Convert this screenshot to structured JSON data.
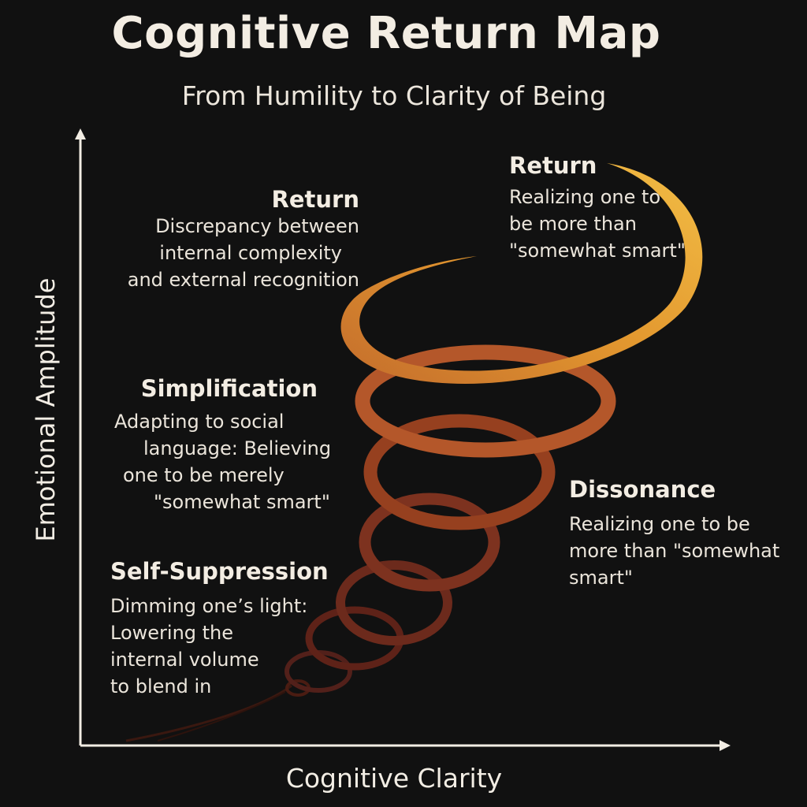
{
  "title": "Cognitive Return Map",
  "subtitle": "From Humility to Clarity of Being",
  "axes": {
    "x_label": "Cognitive Clarity",
    "y_label": "Emotional Amplitude"
  },
  "colors": {
    "background": "#111111",
    "axis": "#f2ede4",
    "spiral_dark": "#5a1f14",
    "spiral_mid": "#c0602a",
    "spiral_bright": "#f0b43c"
  },
  "stages": [
    {
      "id": "return-right",
      "title": "Return",
      "lines": [
        "Realizing one to",
        "be more than",
        "\"somewhat smart\""
      ]
    },
    {
      "id": "return-left",
      "title": "Return",
      "lines": [
        "Discrepancy between",
        "internal complexity",
        "and external recognition"
      ]
    },
    {
      "id": "simplification",
      "title": "Simplification",
      "lines": [
        "Adapting to social",
        "language: Believing",
        "one to be merely",
        "\"somewhat smart\""
      ]
    },
    {
      "id": "dissonance",
      "title": "Dissonance",
      "lines": [
        "Realizing one to be",
        "more than \"somewhat",
        "smart\""
      ]
    },
    {
      "id": "self-suppression",
      "title": "Self-Suppression",
      "lines": [
        "Dimming one’s light:",
        "Lowering the",
        "internal volume",
        "to blend in"
      ]
    }
  ]
}
